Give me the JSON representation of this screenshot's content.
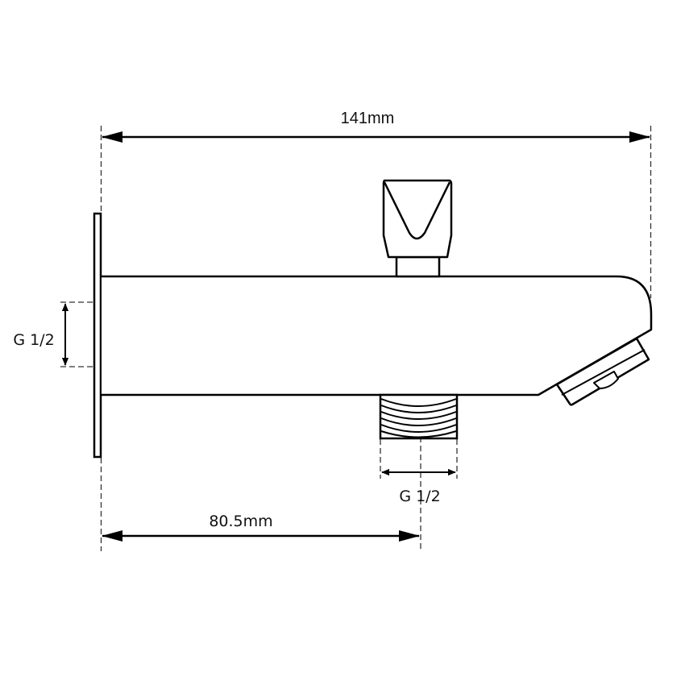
{
  "drawing": {
    "title": "Bath spout with diverter - technical dimension drawing",
    "line_color": "#000000",
    "background": "#ffffff",
    "dimensions": {
      "overall_length": {
        "label": "141mm",
        "value_mm": 141
      },
      "inlet_to_outlet_center": {
        "label": "80.5mm",
        "value_mm": 80.5
      },
      "inlet_thread": {
        "label": "G 1/2"
      },
      "outlet_thread": {
        "label": "G 1/2"
      }
    },
    "parts": [
      "wall-flange",
      "spout-body",
      "diverter-knob",
      "threaded-outlet",
      "aerator-nozzle"
    ]
  }
}
